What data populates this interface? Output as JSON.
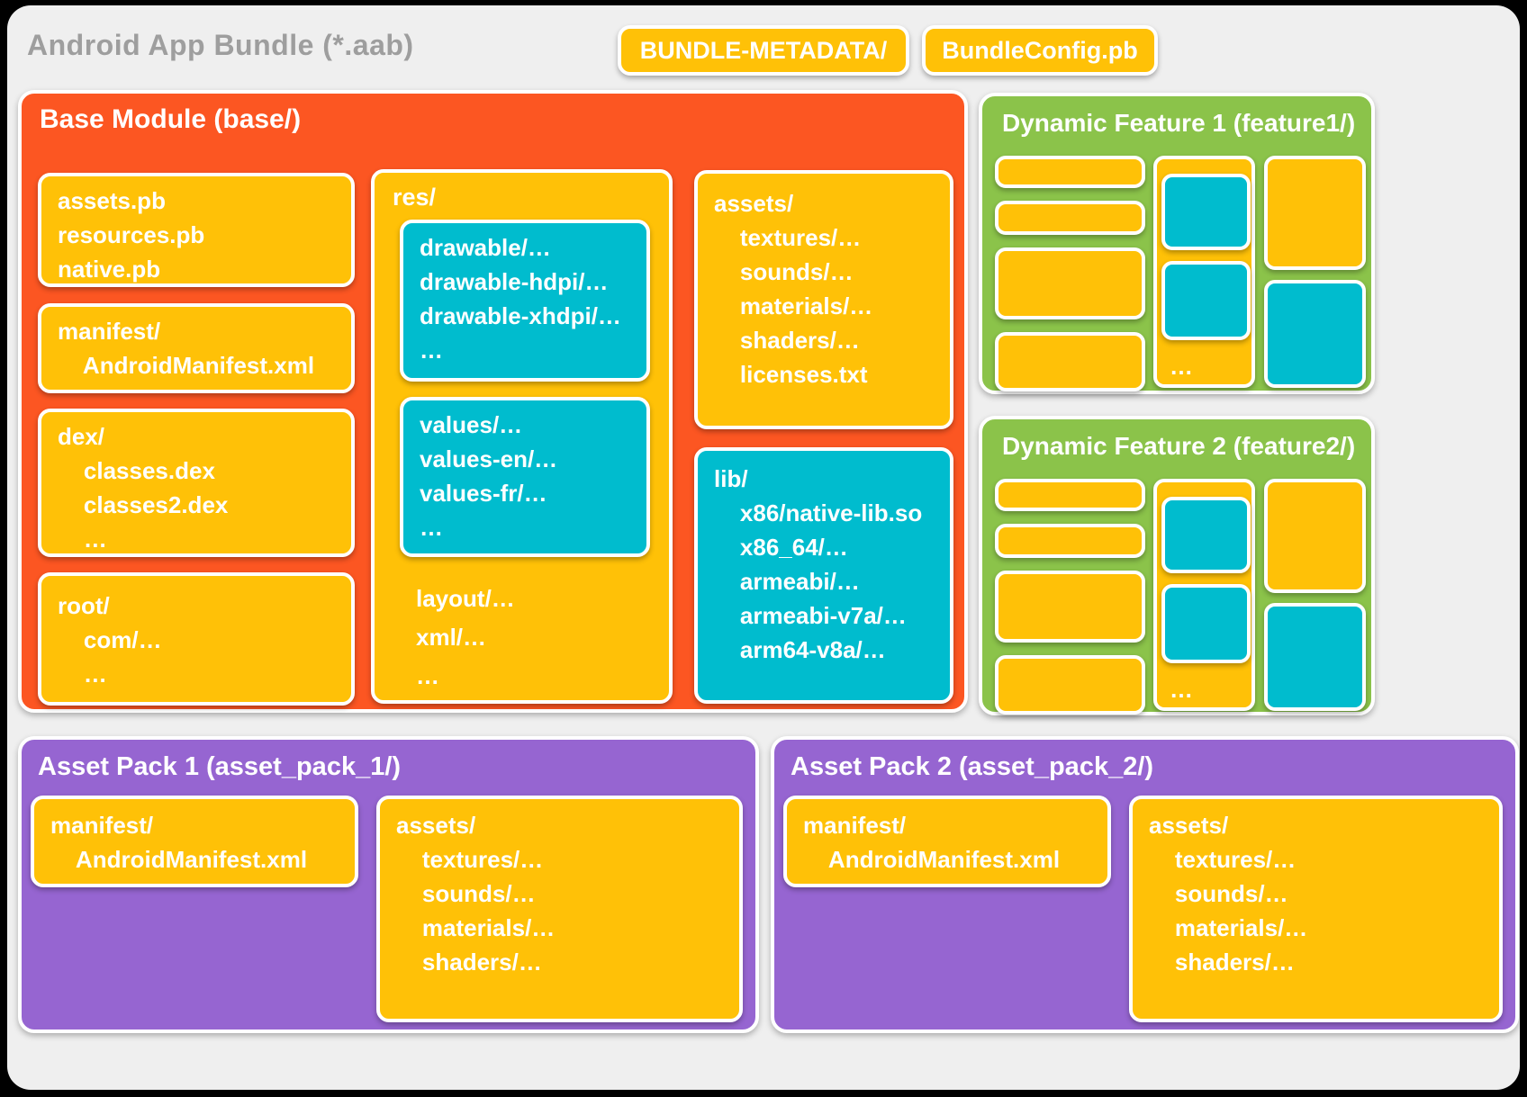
{
  "title": "Android App Bundle (*.aab)",
  "top_buttons": {
    "bundle_metadata": "BUNDLE-METADATA/",
    "bundle_config": "BundleConfig.pb"
  },
  "colors": {
    "page_background": "#000000",
    "card_background": "#EFEFEF",
    "title_text": "#9E9E9E",
    "orange_module": "#FC5622",
    "yellow_box": "#FFC107",
    "cyan_box": "#00BCCE",
    "green_feature": "#8BC34A",
    "purple_pack": "#9665D1",
    "box_border": "#FFFFFF",
    "box_text": "#FFFFFF"
  },
  "base_module": {
    "title": "Base Module (base/)",
    "protos_box": {
      "lines": [
        "assets.pb",
        "resources.pb",
        "native.pb"
      ]
    },
    "manifest_box": {
      "lines": [
        "manifest/",
        "    AndroidManifest.xml"
      ]
    },
    "dex_box": {
      "lines": [
        "dex/",
        "    classes.dex",
        "    classes2.dex",
        "    …"
      ]
    },
    "root_box": {
      "lines": [
        "root/",
        "    com/…",
        "    …"
      ]
    },
    "res_box": {
      "label": "res/",
      "drawable_box": {
        "lines": [
          "drawable/…",
          "drawable-hdpi/…",
          "drawable-xhdpi/…",
          "…"
        ]
      },
      "values_box": {
        "lines": [
          "values/…",
          "values-en/…",
          "values-fr/…",
          "…"
        ]
      },
      "tail_lines": [
        "layout/…",
        "xml/…",
        "…"
      ]
    },
    "assets_box": {
      "lines": [
        "assets/",
        "    textures/…",
        "    sounds/…",
        "    materials/…",
        "    shaders/…",
        "    licenses.txt"
      ]
    },
    "lib_box": {
      "lines": [
        "lib/",
        "    x86/native-lib.so",
        "    x86_64/…",
        "    armeabi/…",
        "    armeabi-v7a/…",
        "    arm64-v8a/…"
      ]
    }
  },
  "dynamic_features": [
    {
      "title": "Dynamic Feature 1 (feature1/)",
      "ellipsis": "…"
    },
    {
      "title": "Dynamic Feature 2 (feature2/)",
      "ellipsis": "…"
    }
  ],
  "asset_packs": [
    {
      "title": "Asset Pack 1 (asset_pack_1/)",
      "manifest_box": {
        "lines": [
          "manifest/",
          "    AndroidManifest.xml"
        ]
      },
      "assets_box": {
        "lines": [
          "assets/",
          "    textures/…",
          "    sounds/…",
          "    materials/…",
          "    shaders/…"
        ]
      }
    },
    {
      "title": "Asset Pack 2 (asset_pack_2/)",
      "manifest_box": {
        "lines": [
          "manifest/",
          "    AndroidManifest.xml"
        ]
      },
      "assets_box": {
        "lines": [
          "assets/",
          "    textures/…",
          "    sounds/…",
          "    materials/…",
          "    shaders/…"
        ]
      }
    }
  ]
}
